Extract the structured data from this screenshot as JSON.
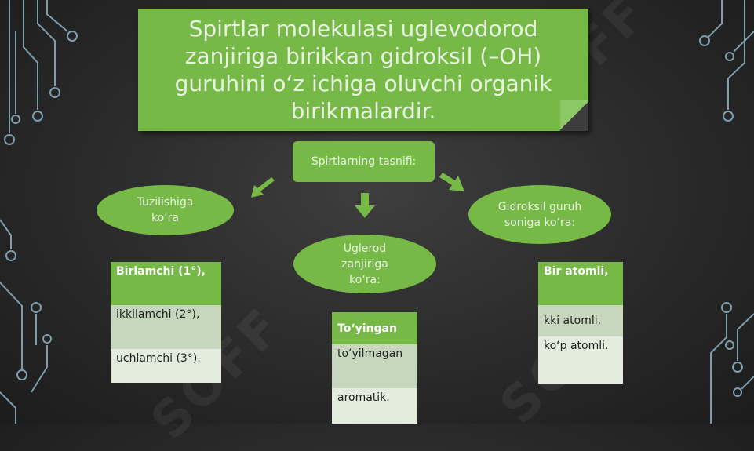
{
  "title": "Spirtlar molekulasi uglevodorod zanjiriga birikkan gidroksil (–OH) guruhini o‘z ichiga oluvchi organik birikmalardir.",
  "center": "Spirtlarning tasnifi:",
  "left_ellipse": "Tuzilishiga ko‘ra",
  "middle_ellipse": "Uglerod zanjiriga ko‘ra:",
  "right_ellipse": "Gidroksil guruh soniga ko‘ra:",
  "left_table": [
    "Birlamchi (1°),",
    " ikkilamchi (2°),",
    "uchlamchi (3°)."
  ],
  "middle_table": [
    "To‘yingan",
    "to‘yilmagan",
    "aromatik."
  ],
  "right_table": [
    "Bir atomli,",
    "kki atomli,",
    "ko‘p atomli."
  ],
  "colors": {
    "accent": "#76b947",
    "row_light": "#e2ebdc",
    "row_mid": "#c7d7bd",
    "circuit": "#8fb3c4"
  }
}
